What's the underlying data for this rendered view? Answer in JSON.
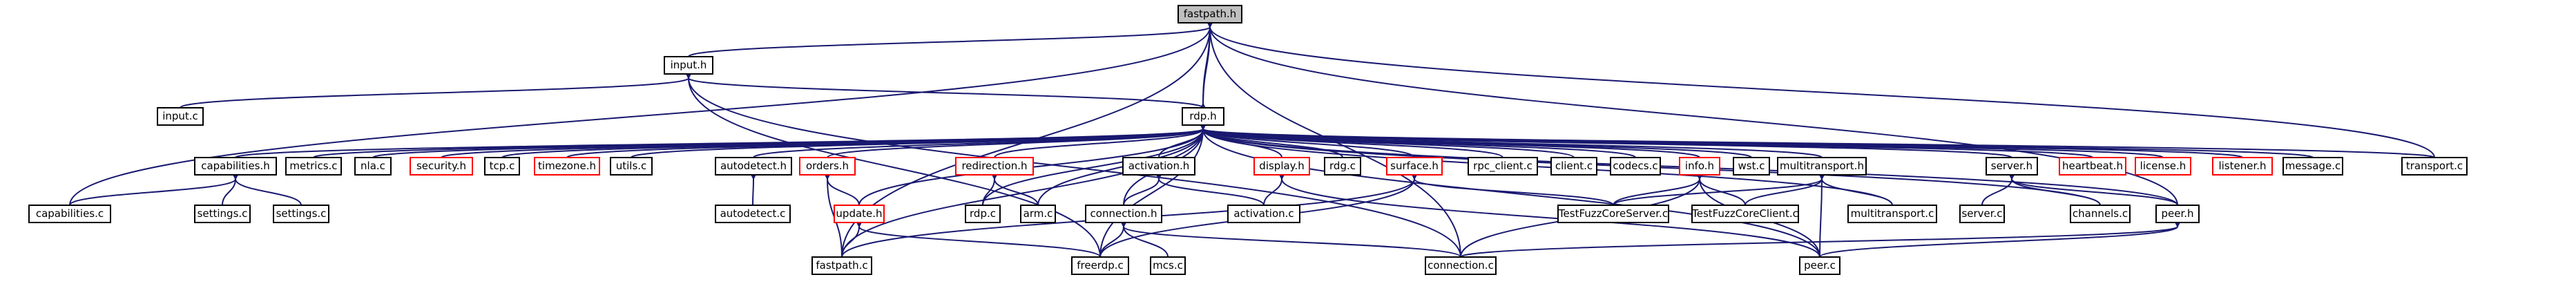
{
  "colors": {
    "edge": "#191970",
    "root_fill": "#bfbfbf",
    "root_border": "#000000",
    "node_fill": "#ffffff",
    "node_border": "#000000",
    "missing_border": "#ff0000"
  },
  "nodes": [
    {
      "id": "fastpath_h",
      "label": "fastpath.h",
      "kind": "root"
    },
    {
      "id": "input_h",
      "label": "input.h",
      "kind": "normal"
    },
    {
      "id": "input_c",
      "label": "input.c",
      "kind": "normal"
    },
    {
      "id": "rdp_h",
      "label": "rdp.h",
      "kind": "normal"
    },
    {
      "id": "capabilities_h",
      "label": "capabilities.h",
      "kind": "normal"
    },
    {
      "id": "metrics_c",
      "label": "metrics.c",
      "kind": "normal"
    },
    {
      "id": "nla_c",
      "label": "nla.c",
      "kind": "normal"
    },
    {
      "id": "security_h",
      "label": "security.h",
      "kind": "missing"
    },
    {
      "id": "tcp_c",
      "label": "tcp.c",
      "kind": "normal"
    },
    {
      "id": "timezone_h",
      "label": "timezone.h",
      "kind": "missing"
    },
    {
      "id": "utils_c",
      "label": "utils.c",
      "kind": "normal"
    },
    {
      "id": "autodetect_h",
      "label": "autodetect.h",
      "kind": "normal"
    },
    {
      "id": "orders_h",
      "label": "orders.h",
      "kind": "missing"
    },
    {
      "id": "redirection_h",
      "label": "redirection.h",
      "kind": "missing"
    },
    {
      "id": "activation_h",
      "label": "activation.h",
      "kind": "normal"
    },
    {
      "id": "display_h",
      "label": "display.h",
      "kind": "missing"
    },
    {
      "id": "rdg_c",
      "label": "rdg.c",
      "kind": "normal"
    },
    {
      "id": "surface_h",
      "label": "surface.h",
      "kind": "missing"
    },
    {
      "id": "rpc_client_c",
      "label": "rpc_client.c",
      "kind": "normal"
    },
    {
      "id": "client_c",
      "label": "client.c",
      "kind": "normal"
    },
    {
      "id": "codecs_c",
      "label": "codecs.c",
      "kind": "normal"
    },
    {
      "id": "info_h",
      "label": "info.h",
      "kind": "missing"
    },
    {
      "id": "wst_c",
      "label": "wst.c",
      "kind": "normal"
    },
    {
      "id": "multitransport_h",
      "label": "multitransport.h",
      "kind": "normal"
    },
    {
      "id": "server_h",
      "label": "server.h",
      "kind": "normal"
    },
    {
      "id": "heartbeat_h",
      "label": "heartbeat.h",
      "kind": "missing"
    },
    {
      "id": "license_h",
      "label": "license.h",
      "kind": "missing"
    },
    {
      "id": "listener_h",
      "label": "listener.h",
      "kind": "missing"
    },
    {
      "id": "message_c",
      "label": "message.c",
      "kind": "normal"
    },
    {
      "id": "transport_c",
      "label": "transport.c",
      "kind": "normal"
    },
    {
      "id": "capabilities_c",
      "label": "capabilities.c",
      "kind": "normal"
    },
    {
      "id": "settings_c_1",
      "label": "settings.c",
      "kind": "normal"
    },
    {
      "id": "settings_c_2",
      "label": "settings.c",
      "kind": "normal"
    },
    {
      "id": "autodetect_c",
      "label": "autodetect.c",
      "kind": "normal"
    },
    {
      "id": "update_h",
      "label": "update.h",
      "kind": "missing"
    },
    {
      "id": "rdp_c",
      "label": "rdp.c",
      "kind": "normal"
    },
    {
      "id": "arm_c",
      "label": "arm.c",
      "kind": "normal"
    },
    {
      "id": "connection_h",
      "label": "connection.h",
      "kind": "normal"
    },
    {
      "id": "activation_c",
      "label": "activation.c",
      "kind": "normal"
    },
    {
      "id": "testfuzzcoreserver_c",
      "label": "TestFuzzCoreServer.c",
      "kind": "normal"
    },
    {
      "id": "testfuzzcoreclient_c",
      "label": "TestFuzzCoreClient.c",
      "kind": "normal"
    },
    {
      "id": "multitransport_c",
      "label": "multitransport.c",
      "kind": "normal"
    },
    {
      "id": "server_c",
      "label": "server.c",
      "kind": "normal"
    },
    {
      "id": "channels_c",
      "label": "channels.c",
      "kind": "normal"
    },
    {
      "id": "peer_h",
      "label": "peer.h",
      "kind": "normal"
    },
    {
      "id": "fastpath_c",
      "label": "fastpath.c",
      "kind": "normal"
    },
    {
      "id": "freerdp_c",
      "label": "freerdp.c",
      "kind": "normal"
    },
    {
      "id": "mcs_c",
      "label": "mcs.c",
      "kind": "normal"
    },
    {
      "id": "connection_c",
      "label": "connection.c",
      "kind": "normal"
    },
    {
      "id": "peer_c",
      "label": "peer.c",
      "kind": "normal"
    }
  ],
  "edges": [
    [
      "input_h",
      "fastpath_h"
    ],
    [
      "rdp_h",
      "fastpath_h"
    ],
    [
      "capabilities_c",
      "fastpath_h"
    ],
    [
      "fastpath_c",
      "fastpath_h"
    ],
    [
      "transport_c",
      "fastpath_h"
    ],
    [
      "peer_h",
      "fastpath_h"
    ],
    [
      "connection_c",
      "fastpath_h"
    ],
    [
      "input_c",
      "input_h"
    ],
    [
      "rdp_h",
      "input_h"
    ],
    [
      "connection_c",
      "input_h"
    ],
    [
      "freerdp_c",
      "input_h"
    ],
    [
      "capabilities_h",
      "rdp_h"
    ],
    [
      "metrics_c",
      "rdp_h"
    ],
    [
      "nla_c",
      "rdp_h"
    ],
    [
      "security_h",
      "rdp_h"
    ],
    [
      "tcp_c",
      "rdp_h"
    ],
    [
      "timezone_h",
      "rdp_h"
    ],
    [
      "utils_c",
      "rdp_h"
    ],
    [
      "autodetect_h",
      "rdp_h"
    ],
    [
      "orders_h",
      "rdp_h"
    ],
    [
      "redirection_h",
      "rdp_h"
    ],
    [
      "activation_h",
      "rdp_h"
    ],
    [
      "display_h",
      "rdp_h"
    ],
    [
      "rdg_c",
      "rdp_h"
    ],
    [
      "surface_h",
      "rdp_h"
    ],
    [
      "rpc_client_c",
      "rdp_h"
    ],
    [
      "client_c",
      "rdp_h"
    ],
    [
      "codecs_c",
      "rdp_h"
    ],
    [
      "info_h",
      "rdp_h"
    ],
    [
      "wst_c",
      "rdp_h"
    ],
    [
      "multitransport_h",
      "rdp_h"
    ],
    [
      "server_h",
      "rdp_h"
    ],
    [
      "heartbeat_h",
      "rdp_h"
    ],
    [
      "license_h",
      "rdp_h"
    ],
    [
      "listener_h",
      "rdp_h"
    ],
    [
      "message_c",
      "rdp_h"
    ],
    [
      "transport_c",
      "rdp_h"
    ],
    [
      "update_h",
      "rdp_h"
    ],
    [
      "rdp_c",
      "rdp_h"
    ],
    [
      "arm_c",
      "rdp_h"
    ],
    [
      "connection_h",
      "rdp_h"
    ],
    [
      "fastpath_c",
      "rdp_h"
    ],
    [
      "freerdp_c",
      "rdp_h"
    ],
    [
      "peer_h",
      "rdp_h"
    ],
    [
      "peer_c",
      "rdp_h"
    ],
    [
      "multitransport_c",
      "rdp_h"
    ],
    [
      "channels_c",
      "rdp_h"
    ],
    [
      "fastpath_h",
      "rdp_h"
    ],
    [
      "capabilities_c",
      "capabilities_h"
    ],
    [
      "settings_c_1",
      "capabilities_h"
    ],
    [
      "settings_c_2",
      "capabilities_h"
    ],
    [
      "autodetect_c",
      "autodetect_h"
    ],
    [
      "update_h",
      "orders_h"
    ],
    [
      "fastpath_c",
      "orders_h"
    ],
    [
      "rdp_c",
      "redirection_h"
    ],
    [
      "arm_c",
      "redirection_h"
    ],
    [
      "connection_h",
      "activation_h"
    ],
    [
      "activation_c",
      "activation_h"
    ],
    [
      "activation_c",
      "display_h"
    ],
    [
      "peer_c",
      "display_h"
    ],
    [
      "fastpath_c",
      "surface_h"
    ],
    [
      "freerdp_c",
      "surface_h"
    ],
    [
      "testfuzzcoreserver_c",
      "surface_h"
    ],
    [
      "testfuzzcoreserver_c",
      "info_h"
    ],
    [
      "testfuzzcoreclient_c",
      "info_h"
    ],
    [
      "connection_c",
      "info_h"
    ],
    [
      "peer_c",
      "info_h"
    ],
    [
      "testfuzzcoreserver_c",
      "multitransport_h"
    ],
    [
      "testfuzzcoreclient_c",
      "multitransport_h"
    ],
    [
      "multitransport_c",
      "multitransport_h"
    ],
    [
      "peer_c",
      "multitransport_h"
    ],
    [
      "server_c",
      "server_h"
    ],
    [
      "channels_c",
      "server_h"
    ],
    [
      "peer_h",
      "server_h"
    ],
    [
      "peer_c",
      "peer_h"
    ],
    [
      "connection_c",
      "peer_h"
    ],
    [
      "fastpath_c",
      "update_h"
    ],
    [
      "freerdp_c",
      "update_h"
    ],
    [
      "freerdp_c",
      "connection_h"
    ],
    [
      "mcs_c",
      "connection_h"
    ],
    [
      "connection_c",
      "connection_h"
    ]
  ]
}
